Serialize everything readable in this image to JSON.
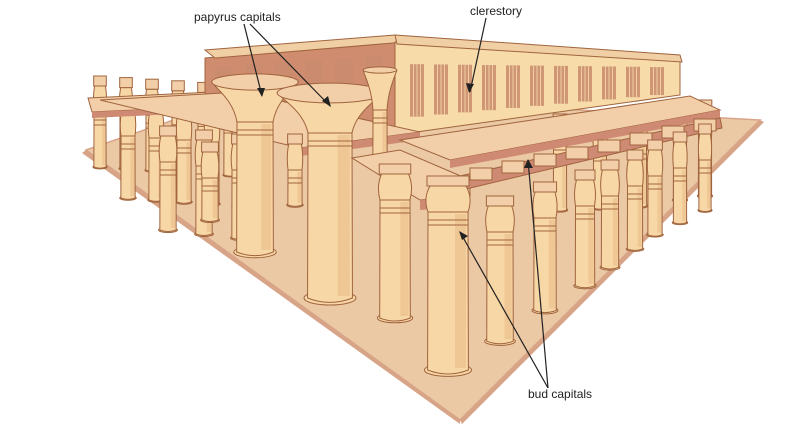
{
  "labels": {
    "papyrus": "papyrus capitals",
    "clerestory": "clerestory",
    "bud": "bud capitals"
  },
  "colors": {
    "platform": "#EBC9A4",
    "platform_edge": "#D7A488",
    "column_fill": "#F8D7A6",
    "column_shade": "#EBC08F",
    "column_stroke": "#A0643E",
    "beam_top": "#F2CFA8",
    "beam_side": "#CF8A73",
    "roof_top": "#F0CFA4",
    "wall": "#F7DBA8",
    "wall_dark": "#CF8C6F",
    "window": "#C98B6E",
    "leader": "#222222"
  },
  "icons": {
    "column": "egyptian-column-icon",
    "capital": "bud-capital-icon"
  }
}
